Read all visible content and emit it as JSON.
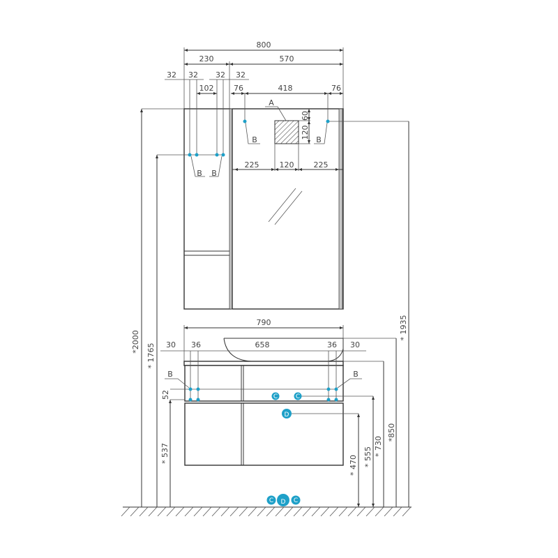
{
  "title": "Furniture set dimension drawing",
  "colors": {
    "marker": "#1ea0c8",
    "line": "#333333"
  },
  "top_dims": {
    "total_width": "800",
    "left_width": "230",
    "right_width": "570",
    "d32a": "32",
    "d32b": "32",
    "d32c": "32",
    "d32d": "32",
    "d102": "102",
    "d76a": "76",
    "d418": "418",
    "d76b": "76"
  },
  "mirror": {
    "label_a": "A",
    "d60": "60",
    "d120v": "120",
    "d225a": "225",
    "d120": "120",
    "d225b": "225",
    "label_b1": "B",
    "label_b2": "B"
  },
  "tall_cabinet": {
    "label_b1": "B",
    "label_b2": "B"
  },
  "vanity": {
    "width": "790",
    "d30a": "30",
    "d36a": "36",
    "d658": "658",
    "d36b": "36",
    "d30b": "30",
    "label_b1": "B",
    "label_b2": "B",
    "d52": "52"
  },
  "markers": {
    "c": "C",
    "d": "D"
  },
  "heights": {
    "h2000": "*2000",
    "h1765": "* 1765",
    "h537": "* 537",
    "h470": "* 470",
    "h555": "* 555",
    "h730": "* 730",
    "h850": "*850",
    "h1935": "* 1935"
  }
}
